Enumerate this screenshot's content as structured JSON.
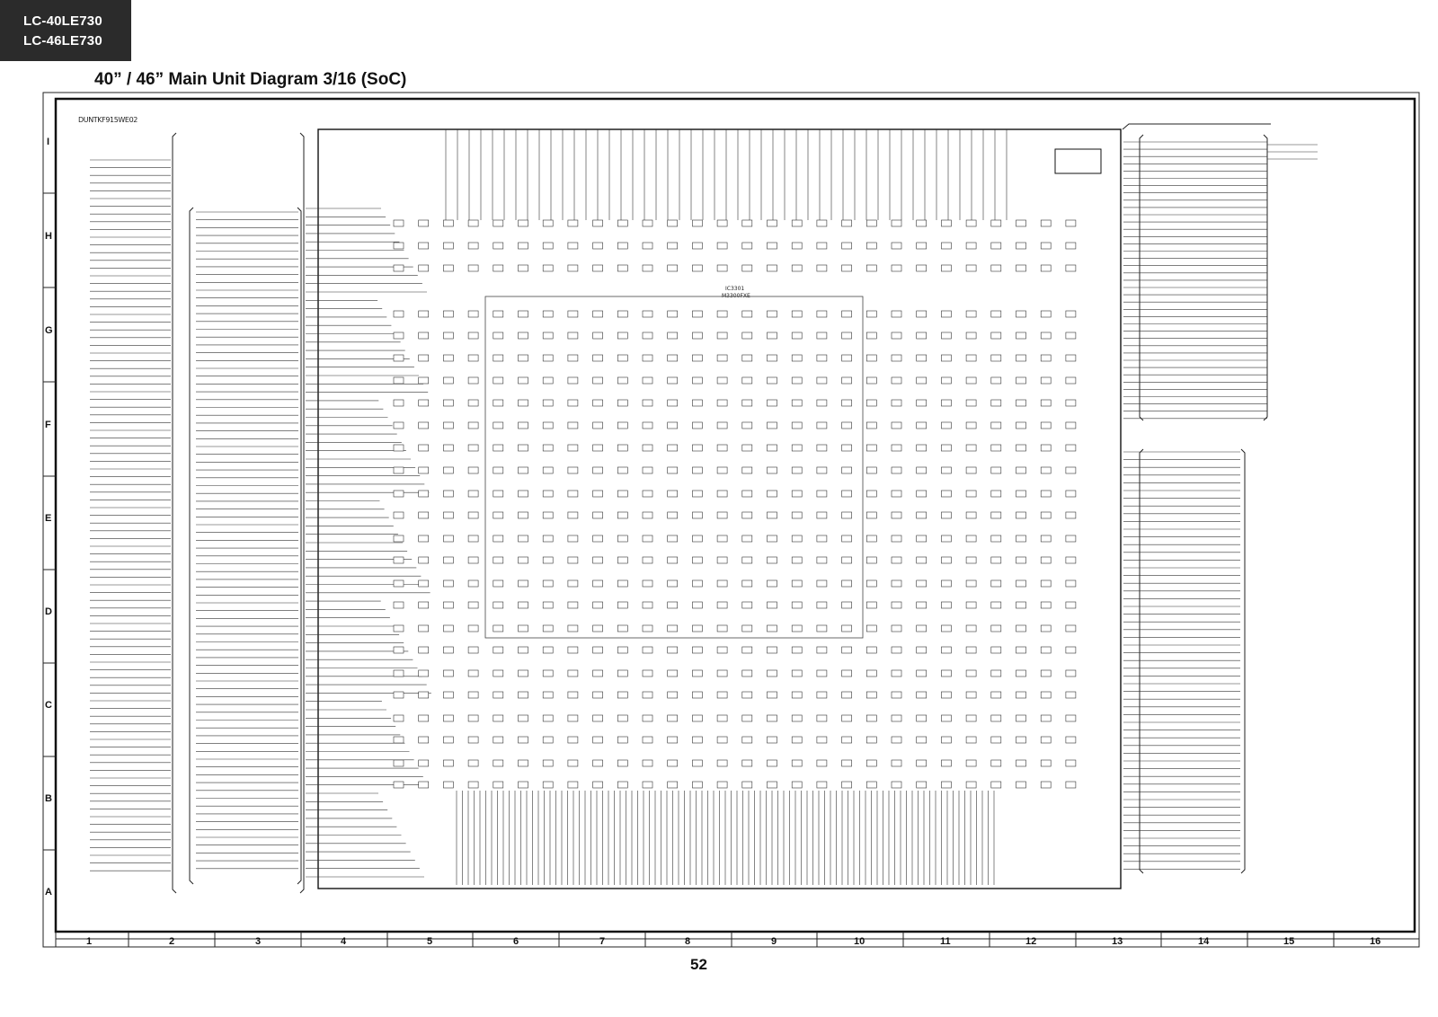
{
  "header": {
    "models": [
      "LC-40LE730",
      "LC-46LE730"
    ],
    "title": "40” / 46” Main Unit Diagram 3/16  (SoC)"
  },
  "diagram": {
    "doc_code": "DUNTKF915WE02",
    "ic_ref": "IC3301",
    "ic_part": "M3300FXE",
    "row_labels": [
      "I",
      "H",
      "G",
      "F",
      "E",
      "D",
      "C",
      "B",
      "A"
    ],
    "column_labels": [
      "1",
      "2",
      "3",
      "4",
      "5",
      "6",
      "7",
      "8",
      "9",
      "10",
      "11",
      "12",
      "13",
      "14",
      "15",
      "16"
    ]
  },
  "footer": {
    "page_number": "52"
  }
}
